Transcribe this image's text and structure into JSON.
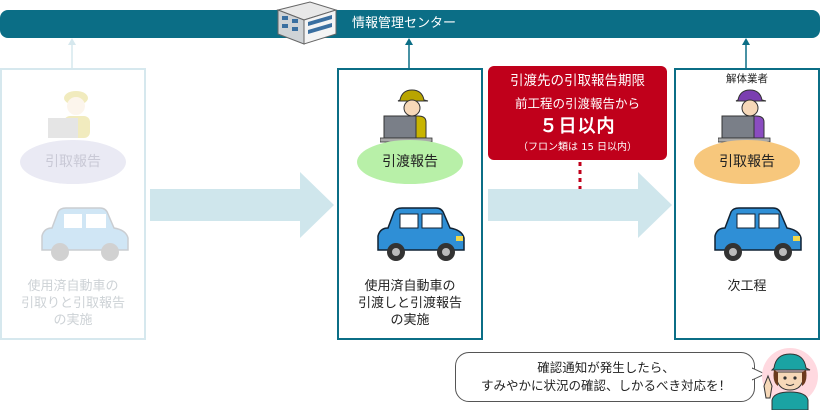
{
  "center": {
    "label": "情報管理センター",
    "icon": "building-icon"
  },
  "steps": [
    {
      "badge": "引取報告",
      "caption": [
        "使用済自動車の",
        "引取りと引取報告",
        "の実施"
      ],
      "state": "faded"
    },
    {
      "badge": "引渡報告",
      "caption": [
        "使用済自動車の",
        "引渡しと引渡報告",
        "の実施"
      ],
      "state": "active"
    },
    {
      "badge": "引取報告",
      "caption": [
        "次工程"
      ],
      "title": "解体業者",
      "state": "active"
    }
  ],
  "deadline": {
    "title": "引渡先の引取報告期限",
    "line2": "前工程の引渡報告から",
    "days": "５日以内",
    "note": "（フロン類は 15 日以内）"
  },
  "bubble": {
    "line1": "確認通知が発生したら、",
    "line2": "すみやかに状況の確認、しかるべき対応を！"
  },
  "colors": {
    "primary": "#0b6e86",
    "faded_border": "#d6e8ee",
    "arrow": "#cfe6ec",
    "deadline_red": "#c0001b",
    "badge_green": "#b8f0a8",
    "badge_orange": "#f7c77c",
    "badge_faded": "#eaeaf4",
    "car_blue": "#2f8fd6"
  }
}
